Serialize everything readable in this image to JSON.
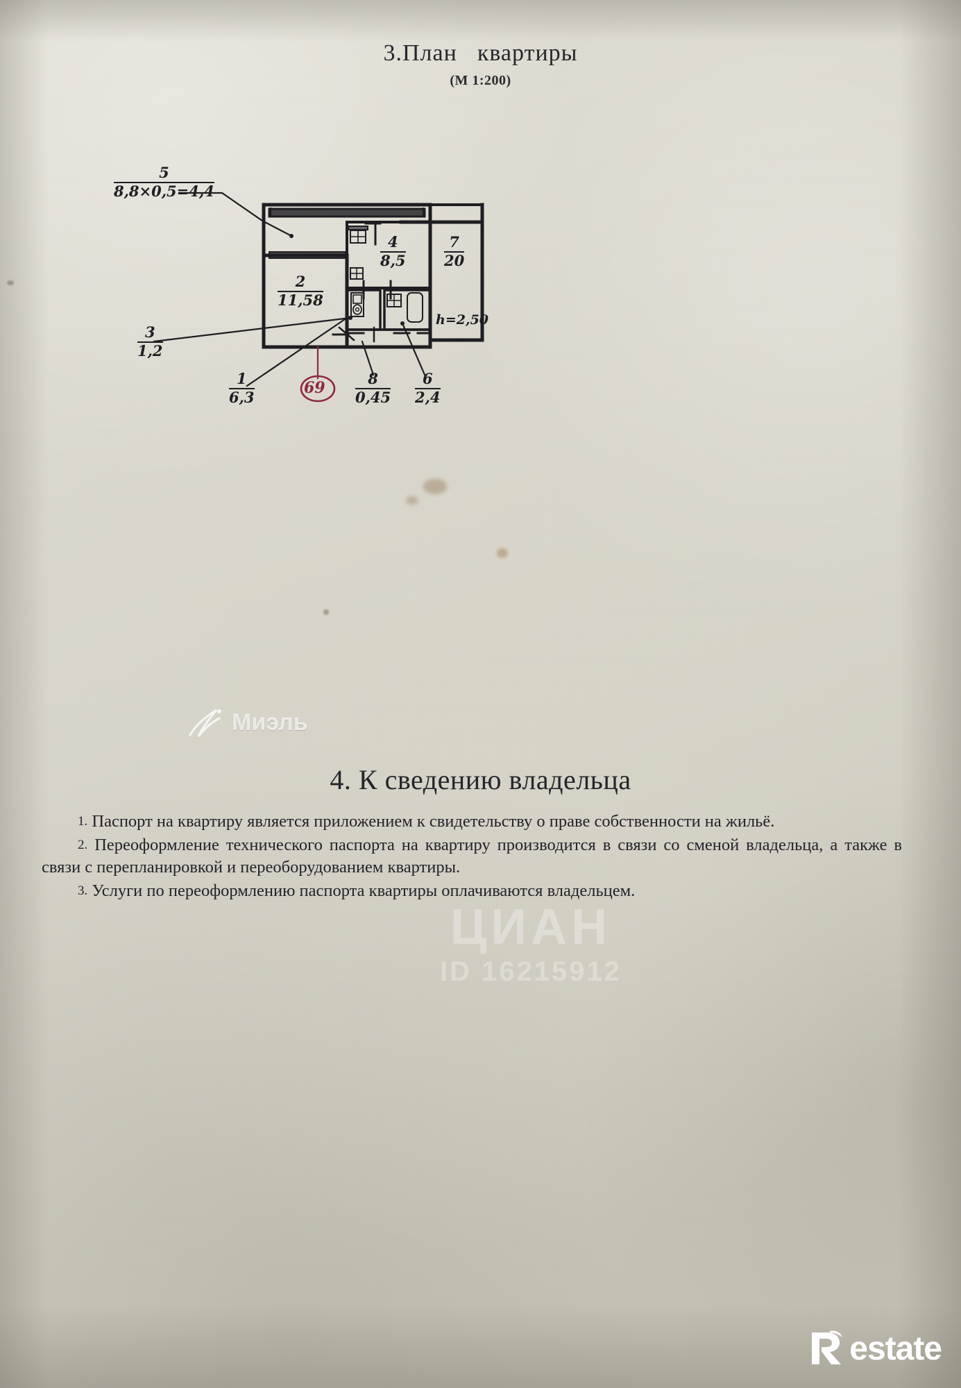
{
  "document": {
    "paper_color": "#d8d5cb",
    "ink_color": "#1e1d21",
    "stamp_color": "#8d2a3d"
  },
  "section_plan": {
    "title_prefix": "3.",
    "title_word1": "План",
    "title_word2": "квартиры",
    "title_full": "3.План  квартиры",
    "scale": "(М 1:200)",
    "ceiling_note": "h=2,50",
    "stamp_number": "69",
    "labels": [
      {
        "id": "label-5",
        "num": "5",
        "value": "8,8×0,5=4,4"
      },
      {
        "id": "label-2",
        "num": "2",
        "value": "11,58"
      },
      {
        "id": "label-4",
        "num": "4",
        "value": "8,5"
      },
      {
        "id": "label-7",
        "num": "7",
        "value": "20"
      },
      {
        "id": "label-3",
        "num": "3",
        "value": "1,2"
      },
      {
        "id": "label-1",
        "num": "1",
        "value": "6,3"
      },
      {
        "id": "label-8",
        "num": "8",
        "value": "0,45"
      },
      {
        "id": "label-6",
        "num": "6",
        "value": "2,4"
      }
    ]
  },
  "section_owner": {
    "title": "4. К сведению владельца",
    "paragraphs": [
      {
        "lead": "1.",
        "text": " Паспорт  на квартиру является приложением к свидетельству о праве собственности на жильё."
      },
      {
        "lead": "2.",
        "text": " Переоформление технического паспорта на квартиру  производится в связи со сменой владельца, а также в связи с перепланировкой и переоборудованием квартиры."
      },
      {
        "lead": "3.",
        "text": " Услуги по переоформлению паспорта квартиры оплачиваются владельцем."
      }
    ]
  },
  "watermarks": {
    "miel": "Миэль",
    "cian_word": "ЦИАН",
    "cian_id": "ID 16215912",
    "restate_r": "R",
    "restate_rest": "estate"
  }
}
